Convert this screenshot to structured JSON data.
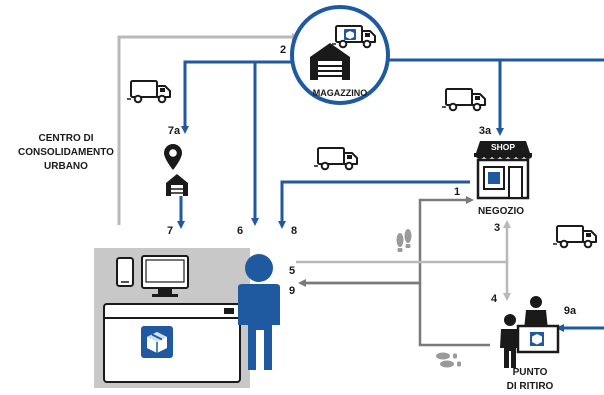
{
  "labels": {
    "centro": [
      "CENTRO DI",
      "CONSOLIDAMENTO",
      "URBANO"
    ],
    "magazzino": "MAGAZZINO",
    "negozio": "NEGOZIO",
    "shop_sign": "SHOP",
    "punto": [
      "PUNTO",
      "DI RITIRO"
    ]
  },
  "step_numbers": {
    "s2": "2",
    "s7a": "7a",
    "s3a": "3a",
    "s1": "1",
    "s3": "3",
    "s7": "7",
    "s6": "6",
    "s8": "8",
    "s5": "5",
    "s9": "9",
    "s4": "4",
    "s9a": "9a"
  },
  "colors": {
    "blue": "#1f5aa0",
    "dark_blue": "#153e74",
    "grey_line": "#b9b9b9",
    "dark_grey_line": "#7a7a7a",
    "panel_grey": "#c8c8c8",
    "black": "#1a1a1a"
  },
  "icons": [
    "truck-icon",
    "warehouse-icon",
    "package-icon",
    "shop-icon",
    "map-pin-icon",
    "pickup-house-icon",
    "person-icon",
    "footprints-icon",
    "phone-icon",
    "monitor-icon",
    "browser-window-icon",
    "pickup-counter-icon"
  ]
}
